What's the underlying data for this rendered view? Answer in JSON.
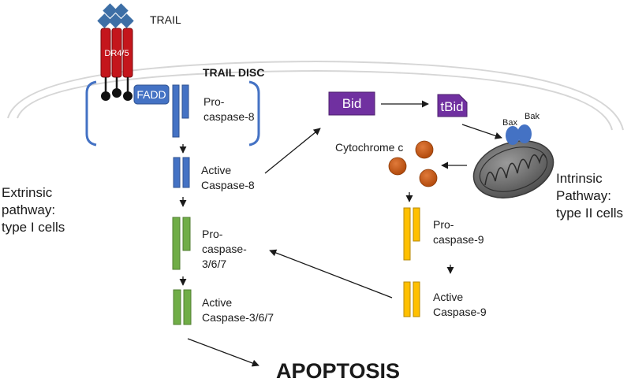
{
  "labels": {
    "trail": "TRAIL",
    "receptor": "DR4/5",
    "disc": "TRAIL DISC",
    "fadd": "FADD",
    "pro_caspase8": [
      "Pro-",
      "caspase-8"
    ],
    "active_caspase8": [
      "Active",
      "Caspase-8"
    ],
    "pro_caspase367": [
      "Pro-",
      "caspase-",
      "3/6/7"
    ],
    "active_caspase367": [
      "Active",
      "Caspase-3/6/7"
    ],
    "bid": "Bid",
    "tbid": "tBid",
    "bax": "Bax",
    "bak": "Bak",
    "cytochrome_c": "Cytochrome c",
    "pro_caspase9": [
      "Pro-",
      "caspase-9"
    ],
    "active_caspase9": [
      "Active",
      "Caspase-9"
    ],
    "extrinsic": [
      "Extrinsic",
      "pathway:",
      "type I cells"
    ],
    "intrinsic": [
      "Intrinsic",
      "Pathway:",
      "type II cells"
    ],
    "apoptosis": "APOPTOSIS"
  },
  "colors": {
    "trail_ligand": "#3d6fa6",
    "receptor": "#c4161c",
    "caspase8": "#4472c4",
    "caspase367": "#70ad47",
    "caspase9": "#ffc000",
    "bid": "#7030a0",
    "cytochrome": "#c55a11",
    "mitochondrion": "#6e6e6e",
    "bax_bak": "#4472c4",
    "membrane": "#d0d0d0",
    "bracket": "#4472c4"
  }
}
